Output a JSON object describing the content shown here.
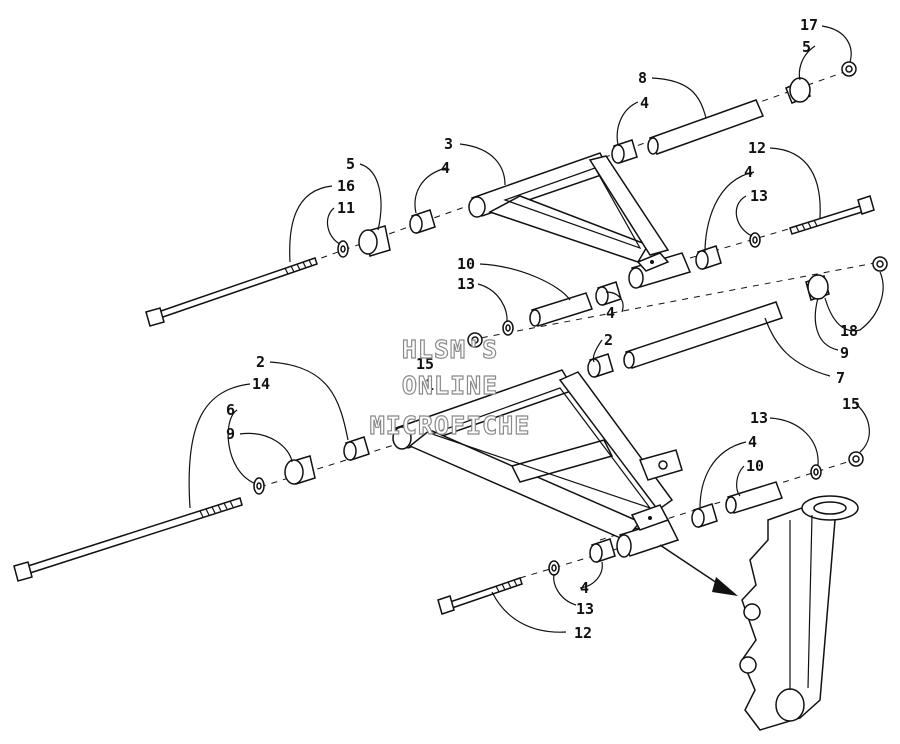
{
  "diagram": {
    "watermark": [
      "HLSM'S",
      "ONLINE",
      "MICROFICHE"
    ],
    "callouts": [
      {
        "id": "c17",
        "text": "17"
      },
      {
        "id": "c5a",
        "text": "5"
      },
      {
        "id": "c8",
        "text": "8"
      },
      {
        "id": "c4a",
        "text": "4"
      },
      {
        "id": "c3",
        "text": "3"
      },
      {
        "id": "c5b",
        "text": "5"
      },
      {
        "id": "c4b",
        "text": "4"
      },
      {
        "id": "c16",
        "text": "16"
      },
      {
        "id": "c11",
        "text": "11"
      },
      {
        "id": "c12a",
        "text": "12"
      },
      {
        "id": "c4c",
        "text": "4"
      },
      {
        "id": "c13a",
        "text": "13"
      },
      {
        "id": "c10a",
        "text": "10"
      },
      {
        "id": "c13b",
        "text": "13"
      },
      {
        "id": "c4d",
        "text": "4"
      },
      {
        "id": "c2a",
        "text": "2"
      },
      {
        "id": "c15a",
        "text": "15"
      },
      {
        "id": "c1",
        "text": "1"
      },
      {
        "id": "c18",
        "text": "18"
      },
      {
        "id": "c9a",
        "text": "9"
      },
      {
        "id": "c7",
        "text": "7"
      },
      {
        "id": "c2b",
        "text": "2"
      },
      {
        "id": "c14",
        "text": "14"
      },
      {
        "id": "c6",
        "text": "6"
      },
      {
        "id": "c9b",
        "text": "9"
      },
      {
        "id": "c13c",
        "text": "13"
      },
      {
        "id": "c15b",
        "text": "15"
      },
      {
        "id": "c4e",
        "text": "4"
      },
      {
        "id": "c10b",
        "text": "10"
      },
      {
        "id": "c4f",
        "text": "4"
      },
      {
        "id": "c13d",
        "text": "13"
      },
      {
        "id": "c12b",
        "text": "12"
      }
    ]
  }
}
